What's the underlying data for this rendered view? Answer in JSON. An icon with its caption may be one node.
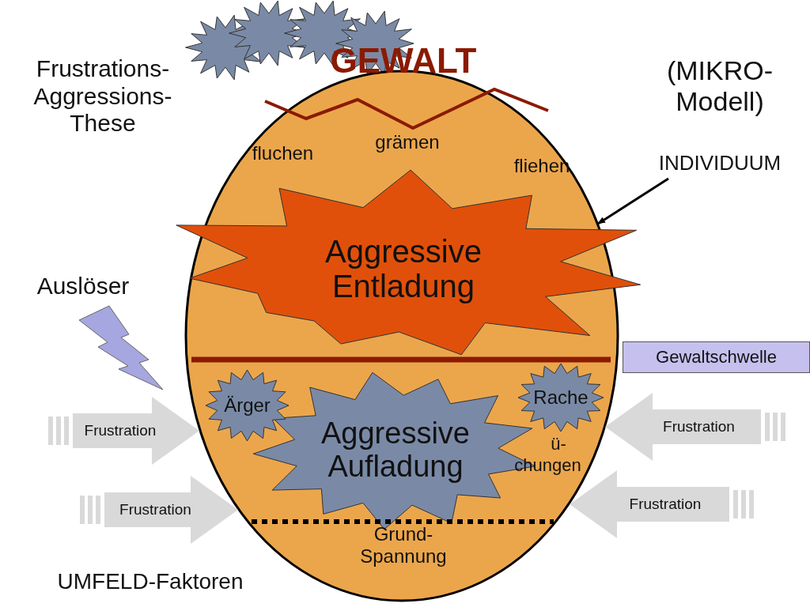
{
  "diagram": {
    "nodes": [
      {
        "text": [],
        "shape": "ellipse"
      },
      {
        "text": [
          "INDIVIDUUM"
        ]
      },
      {
        "text": [
          "Aggressive Entladung"
        ]
      },
      {
        "text": [
          "Gewaltschwelle"
        ]
      },
      {
        "text": [
          "Ärger"
        ],
        "in": 0
      },
      {
        "text": [
          "Rache"
        ],
        "in": 0
      },
      {
        "text": [
          "Aggressive Aufladung"
        ],
        "in": 0
      }
    ],
    "edges": [
      {
        "from": 1,
        "to": 0,
        "arrow": "to",
        "color": "#000000"
      },
      {
        "from": null,
        "to": 0,
        "arrow": "to",
        "label": "Frustration",
        "color": "#d9d9d9"
      },
      {
        "from": null,
        "to": 0,
        "arrow": "to",
        "label": "Frustration",
        "color": "#d9d9d9"
      },
      {
        "from": null,
        "to": 0,
        "arrow": "to",
        "label": "Frustration",
        "color": "#d9d9d9"
      },
      {
        "from": null,
        "to": 0,
        "arrow": "to",
        "label": "Frustration",
        "color": "#d9d9d9"
      }
    ],
    "labels": [
      "Frustrations- Aggressions- These",
      "GEWALT",
      "(MIKRO- Modell)",
      "fluchen",
      "grämen",
      "fliehen",
      "Auslöser",
      "ü-",
      "chungen",
      "Grund- Spannung",
      "UMFELD-Faktoren"
    ]
  }
}
